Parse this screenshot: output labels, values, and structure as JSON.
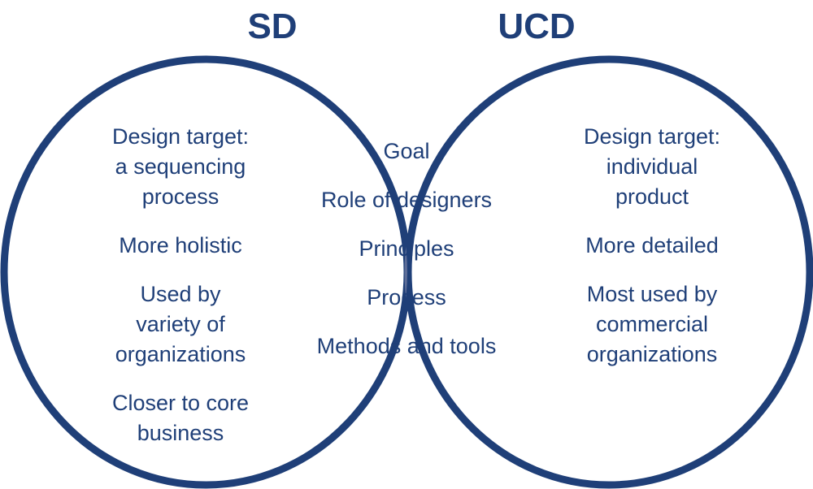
{
  "diagram": {
    "left_set": {
      "title": "SD",
      "items": [
        [
          "Design target:",
          "a sequencing",
          "process"
        ],
        [
          "More holistic"
        ],
        [
          "Used by",
          "variety of",
          "organizations"
        ],
        [
          "Closer to core",
          "business"
        ]
      ]
    },
    "right_set": {
      "title": "UCD",
      "items": [
        [
          "Design target:",
          "individual",
          "product"
        ],
        [
          "More detailed"
        ],
        [
          "Most used by",
          "commercial",
          "organizations"
        ]
      ]
    },
    "intersection": {
      "items": [
        "Goal",
        "Role of designers",
        "Principles",
        "Process",
        "Methods and tools"
      ]
    },
    "colors": {
      "circle_stroke": "#1F3F78",
      "intersection_stroke": "#5E6E98",
      "text": "#1F3F78"
    }
  }
}
